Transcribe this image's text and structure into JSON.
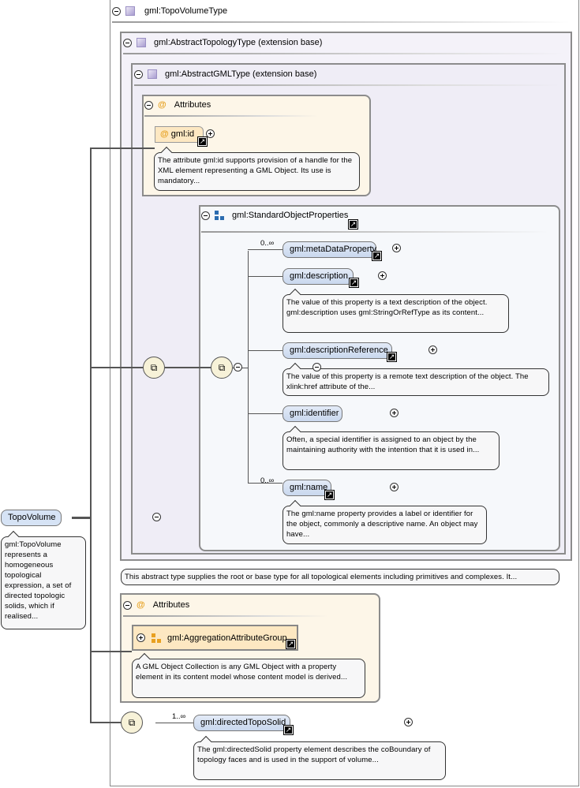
{
  "root": {
    "name": "TopoVolume",
    "doc": "gml:TopoVolume represents a homogeneous topological expression, a set of directed topologic solids, which if realised..."
  },
  "type": {
    "name": "gml:TopoVolumeType"
  },
  "base1": {
    "name": "gml:AbstractTopologyType (extension base)",
    "doc": "This abstract type supplies the root or base type for all topological elements including primitives and complexes. It..."
  },
  "base2": {
    "name": "gml:AbstractGMLType (extension base)"
  },
  "attrs_inner": {
    "title": "Attributes",
    "attr": "gml:id",
    "doc": "The attribute gml:id supports provision of a handle for the XML element representing a GML Object. Its use is mandatory..."
  },
  "group": {
    "name": "gml:StandardObjectProperties",
    "elements": [
      {
        "name": "gml:metaDataProperty",
        "card": "0..∞",
        "doc": ""
      },
      {
        "name": "gml:description",
        "card": "",
        "doc": "The value of this property is a text description of the object. gml:description uses gml:StringOrRefType as its content..."
      },
      {
        "name": "gml:descriptionReference",
        "card": "",
        "doc": "The value of this property is a remote text description of the object. The xlink:href attribute of the..."
      },
      {
        "name": "gml:identifier",
        "card": "",
        "doc": "Often, a special identifier is assigned to an object by the maintaining authority with the intention that it is used in..."
      },
      {
        "name": "gml:name",
        "card": "0..∞",
        "doc": "The gml:name property provides a label or identifier for the object, commonly a descriptive name. An object may have..."
      }
    ]
  },
  "attrs_outer": {
    "title": "Attributes",
    "group": "gml:AggregationAttributeGroup",
    "doc": "A GML Object Collection is any GML Object with a property element in its content model whose content model is derived..."
  },
  "solid": {
    "name": "gml:directedTopoSolid",
    "card": "1..∞",
    "doc": "The gml:directedSolid property element describes the coBoundary of topology faces and is used in the support of volume..."
  }
}
